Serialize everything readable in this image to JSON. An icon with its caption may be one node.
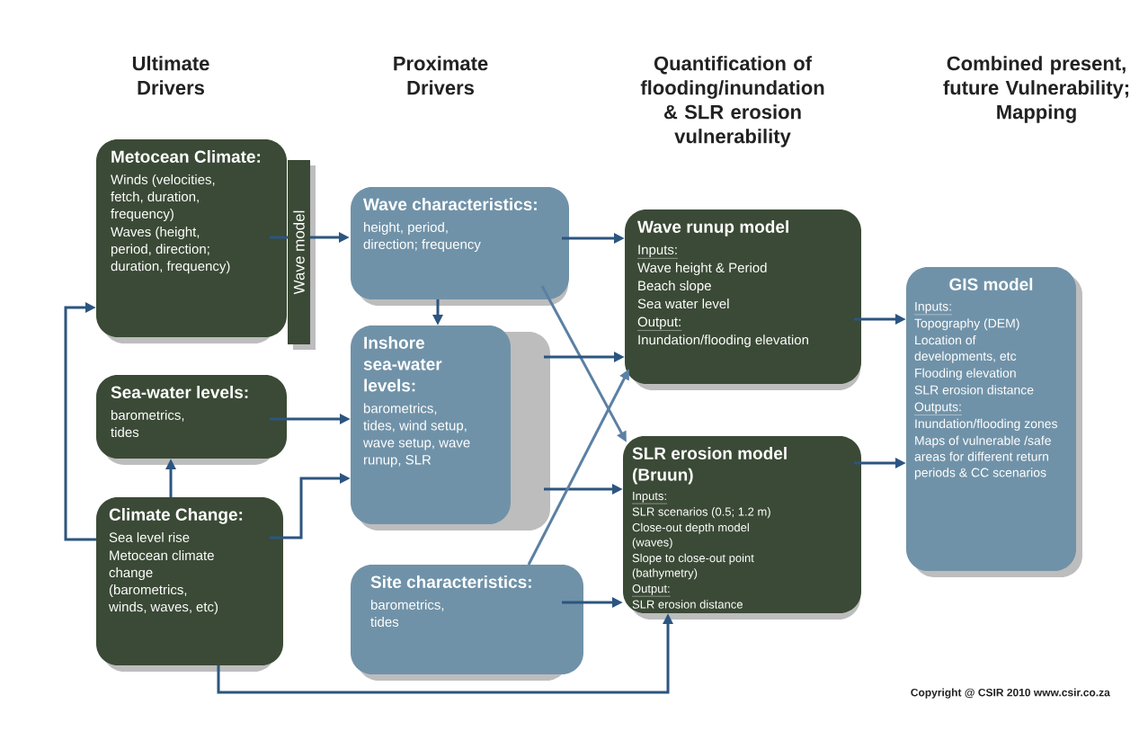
{
  "diagram": {
    "nodes": [
      {
        "text": [
          "Metocean Climate:",
          "Winds (velocities, fetch, duration, frequency)",
          "Waves (height, period, direction; duration, frequency)"
        ]
      },
      {
        "text": [
          "Wave model"
        ]
      },
      {
        "text": [
          "Sea-water levels:",
          "barometrics, tides"
        ]
      },
      {
        "text": [
          "Climate Change:",
          "Sea level rise",
          "Metocean climate change (barometrics, winds, waves, etc)"
        ]
      },
      {
        "text": [
          "Wave characteristics:",
          "height, period, direction; frequency"
        ]
      },
      {
        "text": [
          "Inshore sea-water levels:",
          "barometrics, tides, wind setup, wave setup, wave runup, SLR"
        ]
      },
      {
        "text": [
          "Site characteristics:",
          "barometrics, tides"
        ]
      },
      {
        "text": [
          "Wave runup model",
          "Inputs:",
          "Wave height & Period",
          "Beach slope",
          "Sea water level",
          "Output:",
          "Inundation/flooding elevation"
        ]
      },
      {
        "text": [
          "**SLR erosion model** (Bruun)",
          "Inputs:",
          "SLR scenarios (0.5; 1.2 m)",
          "Close-out depth model (waves)",
          "Slope to close-out point (bathymetry)",
          "Output:",
          "SLR erosion distance"
        ]
      },
      {
        "text": [
          "GIS model",
          "Inputs:",
          "Topography (DEM)",
          "Location of developments, etc",
          "Flooding elevation",
          "SLR erosion distance",
          "Outputs:",
          "Inundation/flooding zones",
          "Maps of vulnerable /safe areas for different return periods & CC scenarios"
        ]
      }
    ],
    "edges": [
      {
        "from": 0,
        "to": 1,
        "arrow": "none"
      },
      {
        "from": 1,
        "to": 4,
        "arrow": "to"
      },
      {
        "from": 3,
        "to": 0,
        "arrow": "to"
      },
      {
        "from": 3,
        "to": 2,
        "arrow": "to"
      },
      {
        "from": 3,
        "to": 5,
        "arrow": "to"
      },
      {
        "from": 3,
        "to": 8,
        "arrow": "to"
      },
      {
        "from": 2,
        "to": 5,
        "arrow": "to"
      },
      {
        "from": 4,
        "to": 5,
        "arrow": "to"
      },
      {
        "from": 4,
        "to": 7,
        "arrow": "to"
      },
      {
        "from": 4,
        "to": 8,
        "arrow": "to",
        "color": "#5b80a3"
      },
      {
        "from": 5,
        "to": 7,
        "arrow": "to"
      },
      {
        "from": 5,
        "to": 8,
        "arrow": "to"
      },
      {
        "from": 6,
        "to": 7,
        "arrow": "to",
        "color": "#5b80a3"
      },
      {
        "from": 6,
        "to": 8,
        "arrow": "to"
      },
      {
        "from": 7,
        "to": 9,
        "arrow": "to"
      },
      {
        "from": 8,
        "to": 9,
        "arrow": "to"
      }
    ],
    "labels": [
      "Ultimate Drivers",
      "Proximate Drivers",
      "Quantification of flooding/inundation & SLR erosion vulnerability",
      "Combined present, future Vulnerability; Mapping",
      "Copyright @ CSIR 2010 www.csir.co.za"
    ]
  }
}
